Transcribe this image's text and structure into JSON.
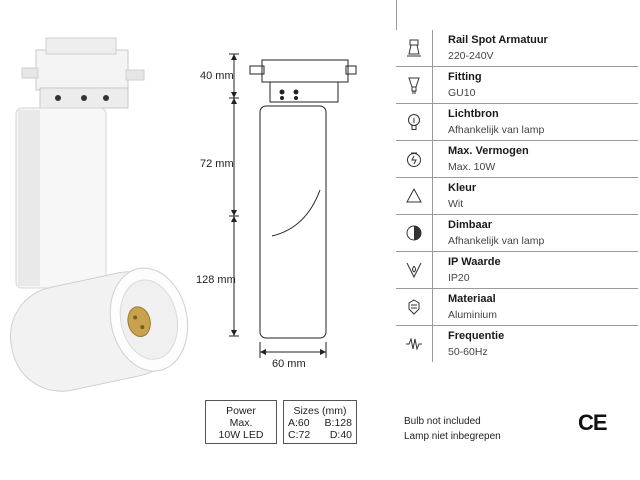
{
  "dimensions": {
    "height_top": "40 mm",
    "height_mid": "72 mm",
    "height_bottom": "128 mm",
    "width": "60 mm"
  },
  "specs": [
    {
      "icon": "rail-spot-icon",
      "title": "Rail Spot Armatuur",
      "value": "220-240V"
    },
    {
      "icon": "fitting-icon",
      "title": "Fitting",
      "value": "GU10"
    },
    {
      "icon": "bulb-icon",
      "title": "Lichtbron",
      "value": "Afhankelijk van lamp"
    },
    {
      "icon": "power-icon",
      "title": "Max. Vermogen",
      "value": "Max. 10W"
    },
    {
      "icon": "color-icon",
      "title": "Kleur",
      "value": "Wit"
    },
    {
      "icon": "dimmer-icon",
      "title": "Dimbaar",
      "value": "Afhankelijk van lamp"
    },
    {
      "icon": "ip-rating-icon",
      "title": "IP Waarde",
      "value": "IP20"
    },
    {
      "icon": "material-icon",
      "title": "Materiaal",
      "value": "Aluminium"
    },
    {
      "icon": "frequency-icon",
      "title": "Frequentie",
      "value": "50-60Hz"
    }
  ],
  "power_box": {
    "line1": "Power",
    "line2": "Max.",
    "line3": "10W LED"
  },
  "sizes_box": {
    "title": "Sizes (mm)",
    "a": "A:60",
    "b": "B:128",
    "c": "C:72",
    "d": "D:40"
  },
  "notes": {
    "line1": "Bulb not included",
    "line2": "Lamp niet inbegrepen"
  },
  "ce_mark": "CE"
}
